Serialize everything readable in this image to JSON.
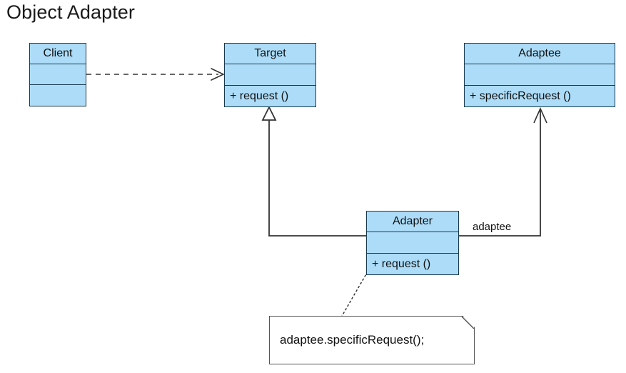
{
  "diagram": {
    "title": "Object Adapter",
    "type": "uml-class-diagram",
    "colors": {
      "class_fill": "#addcf8",
      "class_stroke": "#18394d",
      "note_fill": "#ffffff",
      "note_stroke": "#555555",
      "edge_stroke": "#333333",
      "background": "#ffffff",
      "text": "#101010"
    }
  },
  "classes": {
    "client": {
      "name": "Client",
      "attributes": "",
      "operations": ""
    },
    "target": {
      "name": "Target",
      "attributes": "",
      "operations": "+  request ()"
    },
    "adaptee": {
      "name": "Adaptee",
      "attributes": "",
      "operations": "+  specificRequest ()"
    },
    "adapter": {
      "name": "Adapter",
      "attributes": "",
      "operations": "+  request ()"
    }
  },
  "note": {
    "text": "adaptee.specificRequest();"
  },
  "edges": {
    "client_to_target": {
      "label": "",
      "kind": "dependency-dashed-open-arrow",
      "from": "Client",
      "to": "Target"
    },
    "adapter_to_target": {
      "label": "",
      "kind": "generalization-hollow-triangle",
      "from": "Adapter",
      "to": "Target"
    },
    "adapter_to_adaptee": {
      "label": "adaptee",
      "kind": "association-open-arrow",
      "from": "Adapter",
      "to": "Adaptee"
    },
    "note_to_adapter": {
      "label": "",
      "kind": "note-anchor-dotted",
      "from": "note",
      "to": "Adapter.request"
    }
  }
}
